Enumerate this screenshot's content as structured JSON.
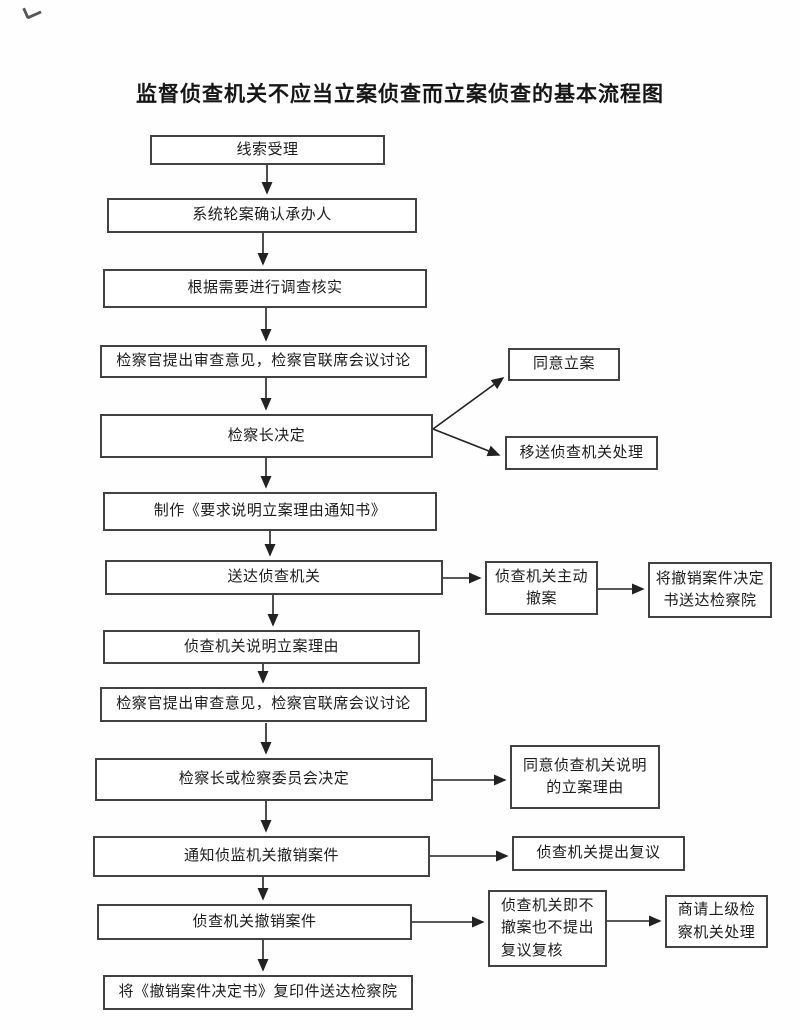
{
  "page": {
    "title": "监督侦查机关不应当立案侦查而立案侦查的基本流程图"
  },
  "nodes": {
    "clue": {
      "label": "线索受理"
    },
    "system": {
      "label": "系统轮案确认承办人"
    },
    "verify": {
      "label": "根据需要进行调查核实"
    },
    "opinion1": {
      "label": "检察官提出审查意见，检察官联席会议讨论"
    },
    "chief1": {
      "label": "检察长决定"
    },
    "agree_filing": {
      "label": "同意立案"
    },
    "transfer": {
      "label": "移送侦查机关处理"
    },
    "notice": {
      "label": "制作《要求说明立案理由通知书》"
    },
    "deliver": {
      "label": "送达侦查机关"
    },
    "voluntary": {
      "label": "侦查机关主动\n撤案"
    },
    "decision_deliver": {
      "label": "将撤销案件决定\n书送达检察院"
    },
    "explain": {
      "label": "侦查机关说明立案理由"
    },
    "opinion2": {
      "label": "检察官提出审查意见，检察官联席会议讨论"
    },
    "chief2": {
      "label": "检察长或检察委员会决定"
    },
    "agree_reason": {
      "label": "同意侦查机关说明\n的立案理由"
    },
    "notify": {
      "label": "通知侦监机关撤销案件"
    },
    "review": {
      "label": "侦查机关提出复议"
    },
    "withdraw": {
      "label": "侦查机关撤销案件"
    },
    "neither": {
      "label": "侦查机关即不\n撤案也不提出\n复议复核"
    },
    "consult": {
      "label": "商请上级检\n察机关处理"
    },
    "copy": {
      "label": "将《撤销案件决定书》复印件送达检察院"
    }
  },
  "edges": [
    {
      "from": "clue",
      "to": "system"
    },
    {
      "from": "system",
      "to": "verify"
    },
    {
      "from": "verify",
      "to": "opinion1"
    },
    {
      "from": "opinion1",
      "to": "chief1"
    },
    {
      "from": "chief1",
      "to": "agree_filing"
    },
    {
      "from": "chief1",
      "to": "transfer"
    },
    {
      "from": "chief1",
      "to": "notice"
    },
    {
      "from": "notice",
      "to": "deliver"
    },
    {
      "from": "deliver",
      "to": "voluntary"
    },
    {
      "from": "voluntary",
      "to": "decision_deliver"
    },
    {
      "from": "deliver",
      "to": "explain"
    },
    {
      "from": "explain",
      "to": "opinion2"
    },
    {
      "from": "opinion2",
      "to": "chief2"
    },
    {
      "from": "chief2",
      "to": "agree_reason"
    },
    {
      "from": "chief2",
      "to": "notify"
    },
    {
      "from": "notify",
      "to": "review"
    },
    {
      "from": "notify",
      "to": "withdraw"
    },
    {
      "from": "withdraw",
      "to": "neither"
    },
    {
      "from": "neither",
      "to": "consult"
    },
    {
      "from": "withdraw",
      "to": "copy"
    }
  ]
}
